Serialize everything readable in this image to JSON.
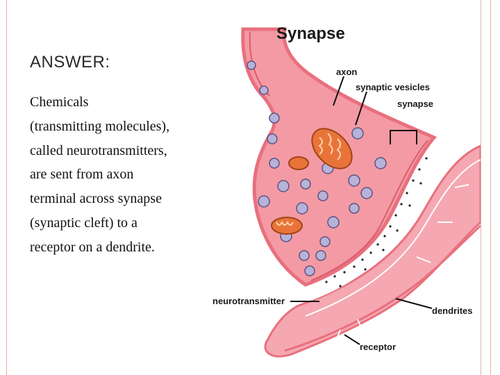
{
  "slide": {
    "heading": "ANSWER:",
    "body_lines": [
      "Chemicals",
      "(transmitting molecules),",
      "called neurotransmitters,",
      "are sent from  axon",
      "terminal across synapse",
      "(synaptic cleft) to a",
      "receptor on a dendrite."
    ]
  },
  "diagram": {
    "title": "Synapse",
    "labels": {
      "axon": "axon",
      "synaptic_vesicles": "synaptic vesicles",
      "synapse": "synapse",
      "neurotransmitter": "neurotransmitter",
      "dendrites": "dendrites",
      "receptor": "receptor"
    },
    "colors": {
      "membrane": "#e8707e",
      "cytoplasm": "#f49aa4",
      "vesicle": "#b7b2d9",
      "mitochondrion": "#e8743a",
      "cleft": "#ffffff",
      "frame": "#e3b3ac"
    }
  }
}
